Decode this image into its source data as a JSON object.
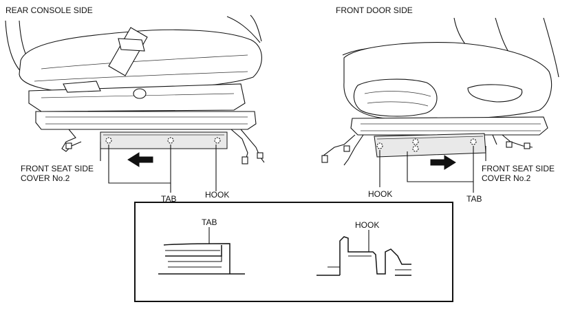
{
  "labels": {
    "rear_console_side": "REAR CONSOLE SIDE",
    "front_door_side": "FRONT DOOR SIDE",
    "left_cover_line1": "FRONT SEAT SIDE",
    "left_cover_line2": "COVER No.2",
    "left_tab": "TAB",
    "left_hook": "HOOK",
    "right_hook": "HOOK",
    "right_cover_line1": "FRONT SEAT SIDE",
    "right_cover_line2": "COVER No.2",
    "right_tab": "TAB",
    "detail_tab": "TAB",
    "detail_hook": "HOOK"
  },
  "icons": {
    "left_arrow": "arrow-left-icon",
    "right_arrow": "arrow-right-icon"
  }
}
